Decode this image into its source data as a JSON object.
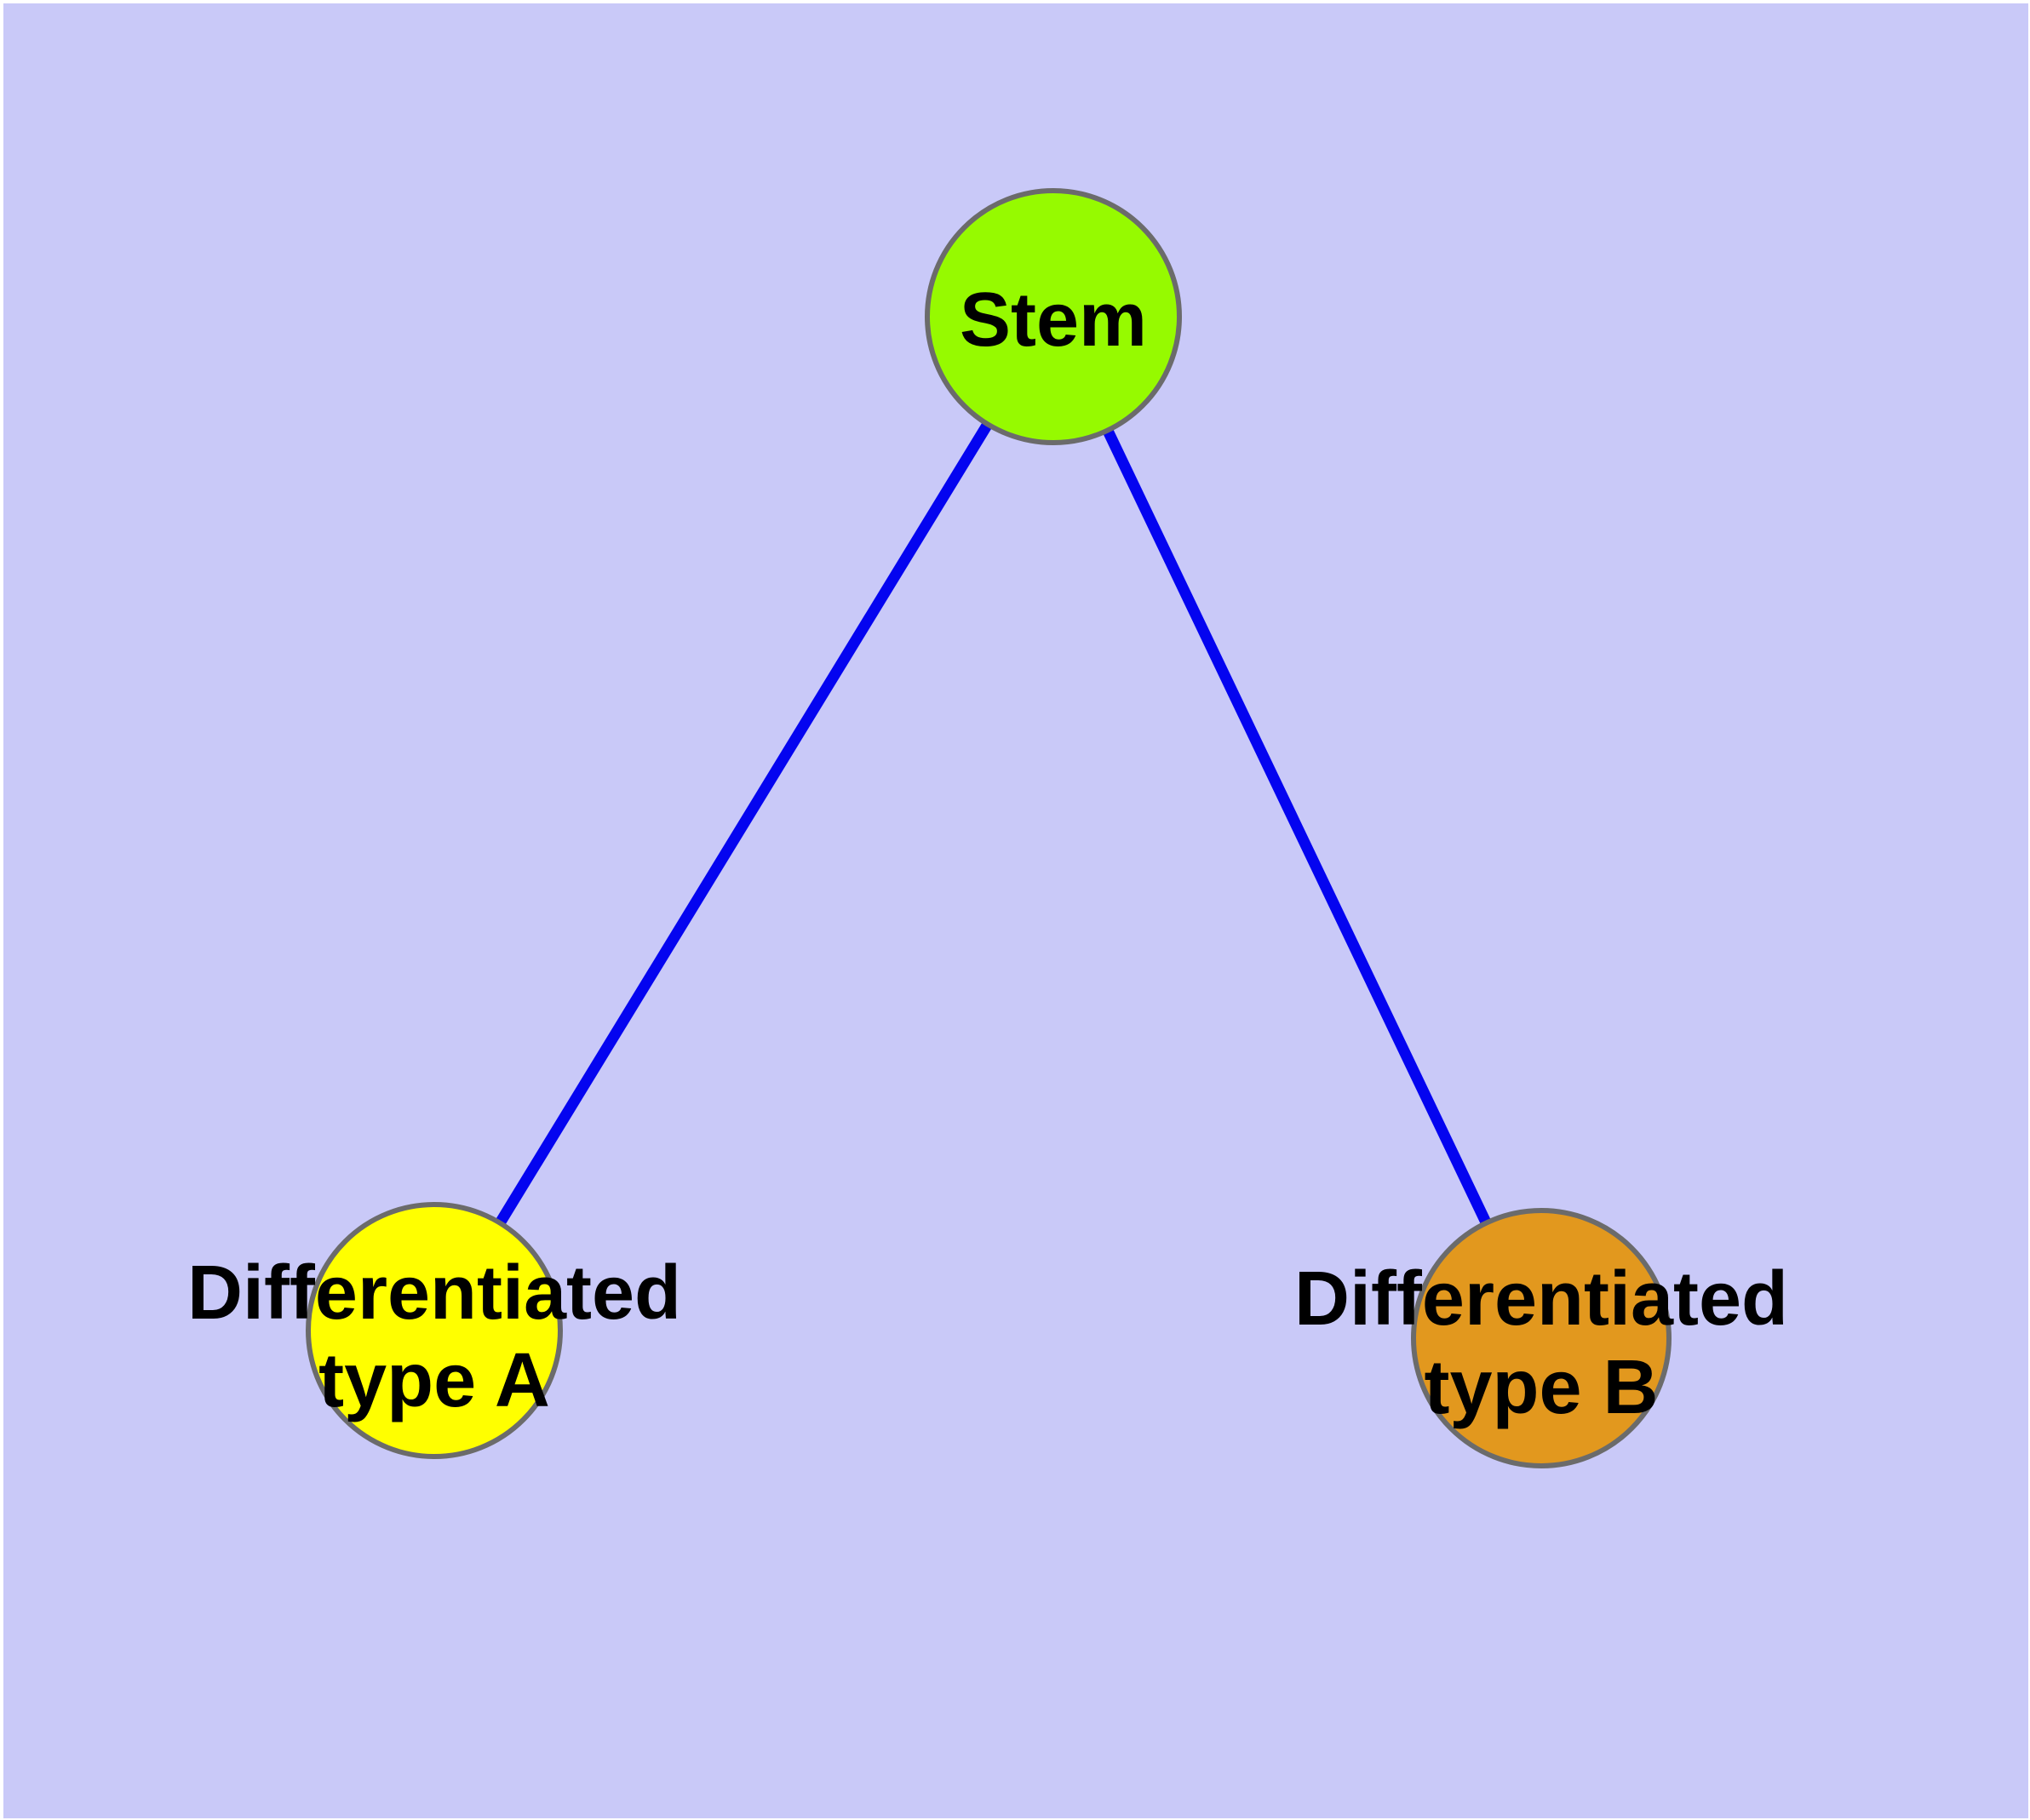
{
  "diagram": {
    "background_color": "#c9c9f8",
    "canvas_margin_color": "#ffffff",
    "edge_color": "#0404f0",
    "node_border_color": "#6b6b6b",
    "label_color": "#000000",
    "nodes": [
      {
        "id": "stem",
        "label": "Stem",
        "fill": "#96fa00"
      },
      {
        "id": "differentiated-type-a",
        "label_line1": "Differentiated",
        "label_line2": "type A",
        "fill": "#ffff00"
      },
      {
        "id": "differentiated-type-b",
        "label_line1": "Differentiated",
        "label_line2": "type B",
        "fill": "#e2981e"
      }
    ],
    "edges": [
      {
        "from": "stem",
        "to": "differentiated-type-a"
      },
      {
        "from": "stem",
        "to": "differentiated-type-b"
      }
    ]
  }
}
